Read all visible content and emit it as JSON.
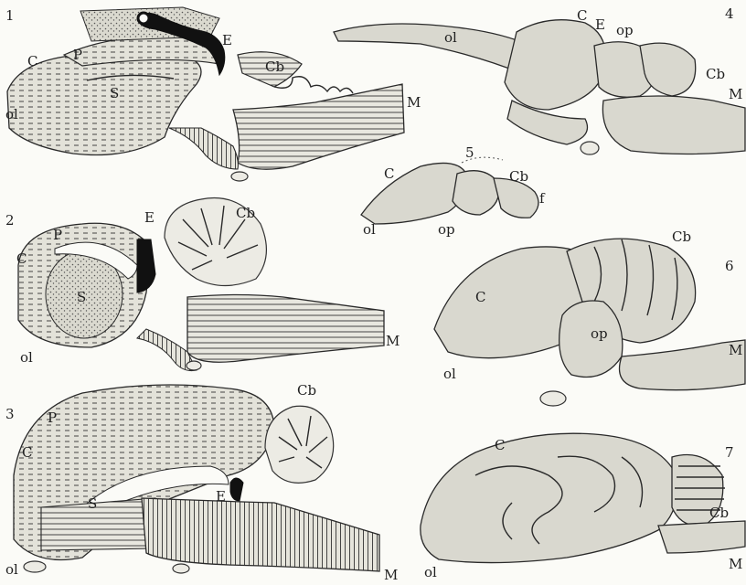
{
  "figures": [
    {
      "number": "1",
      "labels": [
        "E",
        "C",
        "P",
        "S",
        "ol",
        "Cb",
        "M"
      ]
    },
    {
      "number": "2",
      "labels": [
        "P",
        "E",
        "Cb",
        "C",
        "S",
        "ol",
        "M"
      ]
    },
    {
      "number": "3",
      "labels": [
        "P",
        "Cb",
        "C",
        "S",
        "E",
        "ol",
        "M"
      ]
    },
    {
      "number": "4",
      "labels": [
        "C",
        "E",
        "op",
        "ol",
        "Cb",
        "M"
      ]
    },
    {
      "number": "5",
      "labels": [
        "C",
        "Cb",
        "f",
        "ol",
        "op"
      ]
    },
    {
      "number": "6",
      "labels": [
        "Cb",
        "C",
        "op",
        "M",
        "ol"
      ]
    },
    {
      "number": "7",
      "labels": [
        "C",
        "Cb",
        "ol",
        "M"
      ]
    }
  ],
  "colors": {
    "ink": "#2a2a2a",
    "paper": "#fbfbf7",
    "shade": "#d9d8cf",
    "light": "#ecebe4",
    "black": "#111111"
  }
}
